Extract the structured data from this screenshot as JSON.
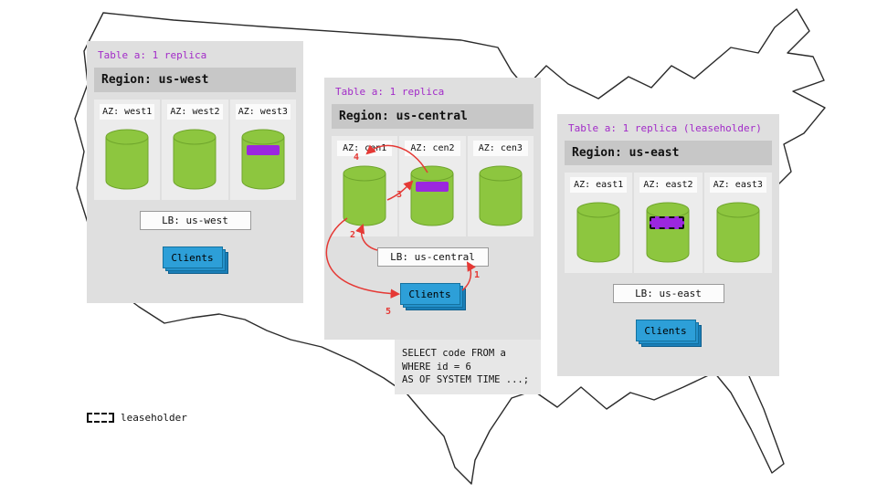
{
  "colors": {
    "replica_green": "#8DC63F",
    "range_purple": "#9B27DF",
    "clients_blue": "#2D9FD8",
    "arrow_red": "#E53935",
    "table_text_purple": "#A22BC8"
  },
  "legend": {
    "label": "leaseholder"
  },
  "sql_query": {
    "line1": "SELECT code FROM a",
    "line2": "WHERE id = 6",
    "line3": "AS OF SYSTEM TIME ...;"
  },
  "flow_steps": [
    "1",
    "2",
    "3",
    "4",
    "5"
  ],
  "regions": [
    {
      "table_label": "Table a: 1 replica",
      "region_label": "Region: us-west",
      "azs": [
        {
          "label": "AZ: west1",
          "has_range": false,
          "leaseholder": false
        },
        {
          "label": "AZ: west2",
          "has_range": false,
          "leaseholder": false
        },
        {
          "label": "AZ: west3",
          "has_range": true,
          "leaseholder": false
        }
      ],
      "lb_label": "LB: us-west",
      "clients_label": "Clients"
    },
    {
      "table_label": "Table a: 1 replica",
      "region_label": "Region: us-central",
      "azs": [
        {
          "label": "AZ: cen1",
          "has_range": false,
          "leaseholder": false
        },
        {
          "label": "AZ: cen2",
          "has_range": true,
          "leaseholder": false
        },
        {
          "label": "AZ: cen3",
          "has_range": false,
          "leaseholder": false
        }
      ],
      "lb_label": "LB: us-central",
      "clients_label": "Clients"
    },
    {
      "table_label": "Table a: 1 replica (leaseholder)",
      "region_label": "Region: us-east",
      "azs": [
        {
          "label": "AZ: east1",
          "has_range": false,
          "leaseholder": false
        },
        {
          "label": "AZ: east2",
          "has_range": true,
          "leaseholder": true
        },
        {
          "label": "AZ: east3",
          "has_range": false,
          "leaseholder": false
        }
      ],
      "lb_label": "LB: us-east",
      "clients_label": "Clients"
    }
  ]
}
